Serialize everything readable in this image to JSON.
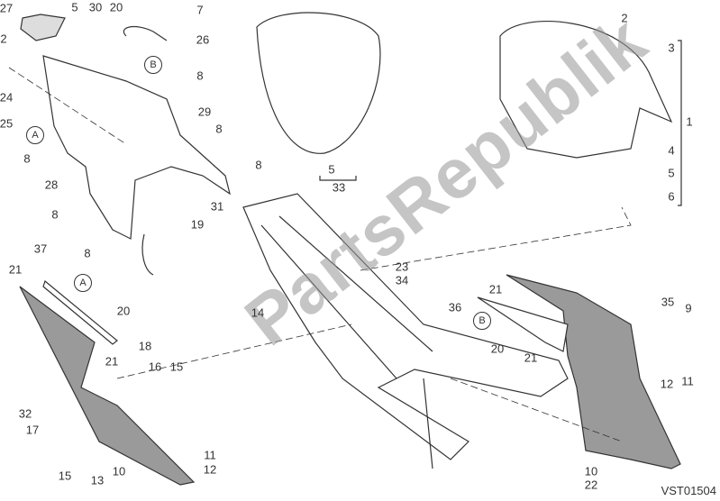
{
  "diagram_code": "VST01504",
  "watermark": "PartsRepublik",
  "colors": {
    "line": "#333333",
    "panel": "#9a9a9a",
    "watermark": "#969696"
  },
  "callouts": {
    "A": "A",
    "B": "B"
  },
  "labels": [
    "27",
    "5",
    "30",
    "20",
    "7",
    "26",
    "2",
    "8",
    "24",
    "25",
    "29",
    "8",
    "8",
    "8",
    "28",
    "8",
    "31",
    "19",
    "8",
    "37",
    "21",
    "20",
    "21",
    "18",
    "16",
    "15",
    "32",
    "17",
    "15",
    "13",
    "10",
    "11",
    "12",
    "14",
    "5",
    "33",
    "23",
    "34",
    "2",
    "3",
    "1",
    "4",
    "5",
    "6",
    "36",
    "21",
    "20",
    "21",
    "35",
    "9",
    "12",
    "11",
    "10",
    "22"
  ]
}
